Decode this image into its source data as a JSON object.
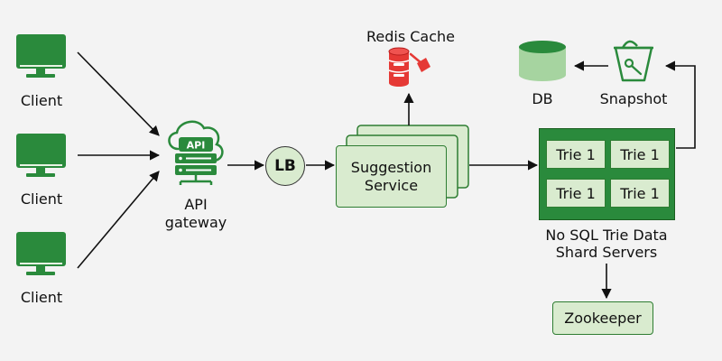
{
  "clients": [
    {
      "label": "Client"
    },
    {
      "label": "Client"
    },
    {
      "label": "Client"
    }
  ],
  "gateway": {
    "icon_text": "API",
    "label_line1": "API",
    "label_line2": "gateway"
  },
  "load_balancer": {
    "label": "LB"
  },
  "suggestion_service": {
    "line1": "Suggestion",
    "line2": "Service"
  },
  "redis": {
    "label": "Redis Cache"
  },
  "shard_servers": {
    "tries": [
      "Trie 1",
      "Trie 1",
      "Trie 1",
      "Trie 1"
    ],
    "label_line1": "No SQL Trie Data",
    "label_line2": "Shard Servers"
  },
  "snapshot": {
    "label": "Snapshot"
  },
  "db": {
    "label": "DB"
  },
  "zookeeper": {
    "label": "Zookeeper"
  },
  "colors": {
    "primary_green": "#2a8a3c",
    "light_green": "#d9ebcf",
    "redis_red": "#e53935",
    "arrow": "#111111",
    "background": "#f3f3f3"
  }
}
